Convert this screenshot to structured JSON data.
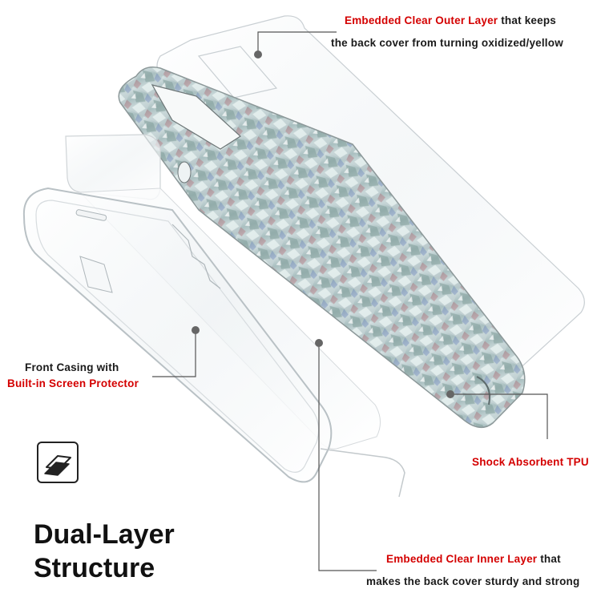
{
  "labels": {
    "outer_layer": {
      "highlight": "Embedded Clear Outer Layer",
      "rest": " that keeps",
      "line2": "the back cover from turning oxidized/yellow"
    },
    "front_casing": {
      "line1": "Front Casing with",
      "line2": "Built-in Screen Protector"
    },
    "shock": {
      "highlight": "Shock Absorbent TPU"
    },
    "inner_layer": {
      "highlight": "Embedded Clear Inner Layer",
      "rest": " that",
      "line2": "makes the back cover sturdy and strong"
    }
  },
  "title": {
    "line1": "Dual-Layer",
    "line2": "Structure"
  },
  "icon": "layers-icon",
  "colors": {
    "highlight": "#d40000",
    "text": "#1a1a1a",
    "leader_line": "#555555",
    "background": "#ffffff"
  }
}
